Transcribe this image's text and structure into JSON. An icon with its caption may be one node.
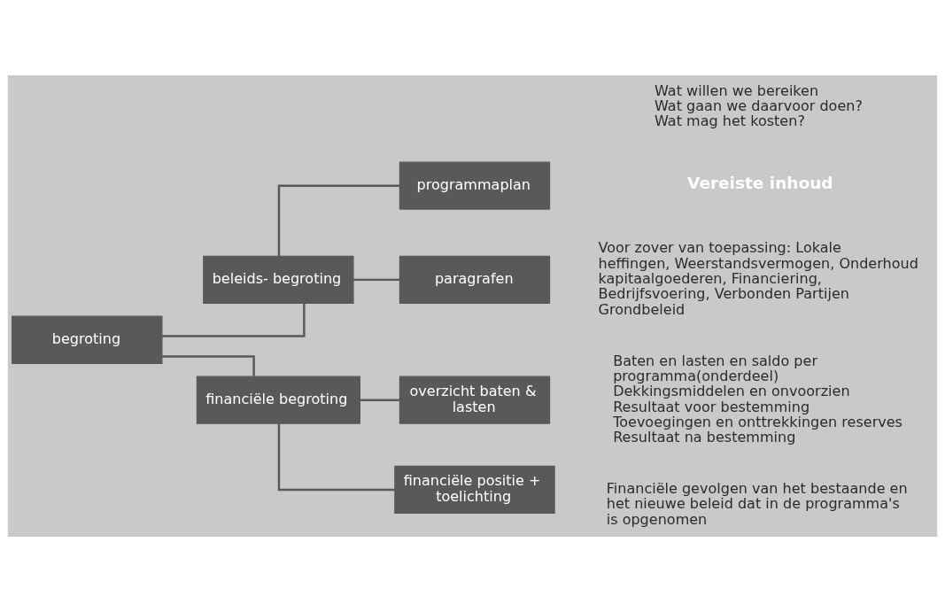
{
  "diagram": {
    "nodes": [
      {
        "text": [
          "begroting"
        ]
      },
      {
        "text": [
          "beleids- begroting"
        ]
      },
      {
        "text": [
          "financiële begroting"
        ]
      },
      {
        "text": [
          "programmaplan"
        ],
        "beside": [
          "Wat willen we bereiken",
          "Wat gaan we daarvoor doen?",
          "Wat mag het kosten?"
        ]
      },
      {
        "text": [
          "paragrafen"
        ],
        "beside": [
          "Voor zover van toepassing: Lokale heffingen, Weerstandsvermogen, Onderhoud kapitaalgoederen, Financiering, Bedrijfsvoering, Verbonden Partijen Grondbeleid"
        ]
      },
      {
        "text": [
          "overzicht baten & lasten"
        ],
        "beside": [
          "Baten en lasten en saldo per programma(onderdeel)",
          "Dekkingsmiddelen en onvoorzien",
          "Resultaat voor bestemming",
          "Toevoegingen en onttrekkingen reserves",
          "Resultaat na bestemming"
        ]
      },
      {
        "text": [
          "financiële positie + toelichting"
        ],
        "beside": [
          "Financiële gevolgen van het bestaande en het nieuwe beleid dat in de programma's is opgenomen"
        ]
      }
    ],
    "edges": [
      {
        "from": 0,
        "to": 1,
        "arrow": "none"
      },
      {
        "from": 0,
        "to": 2,
        "arrow": "none"
      },
      {
        "from": 1,
        "to": 3,
        "arrow": "none"
      },
      {
        "from": 1,
        "to": 4,
        "arrow": "none"
      },
      {
        "from": 2,
        "to": 5,
        "arrow": "none"
      },
      {
        "from": 2,
        "to": 6,
        "arrow": "none"
      }
    ],
    "labels": [
      "Vereiste inhoud"
    ]
  }
}
